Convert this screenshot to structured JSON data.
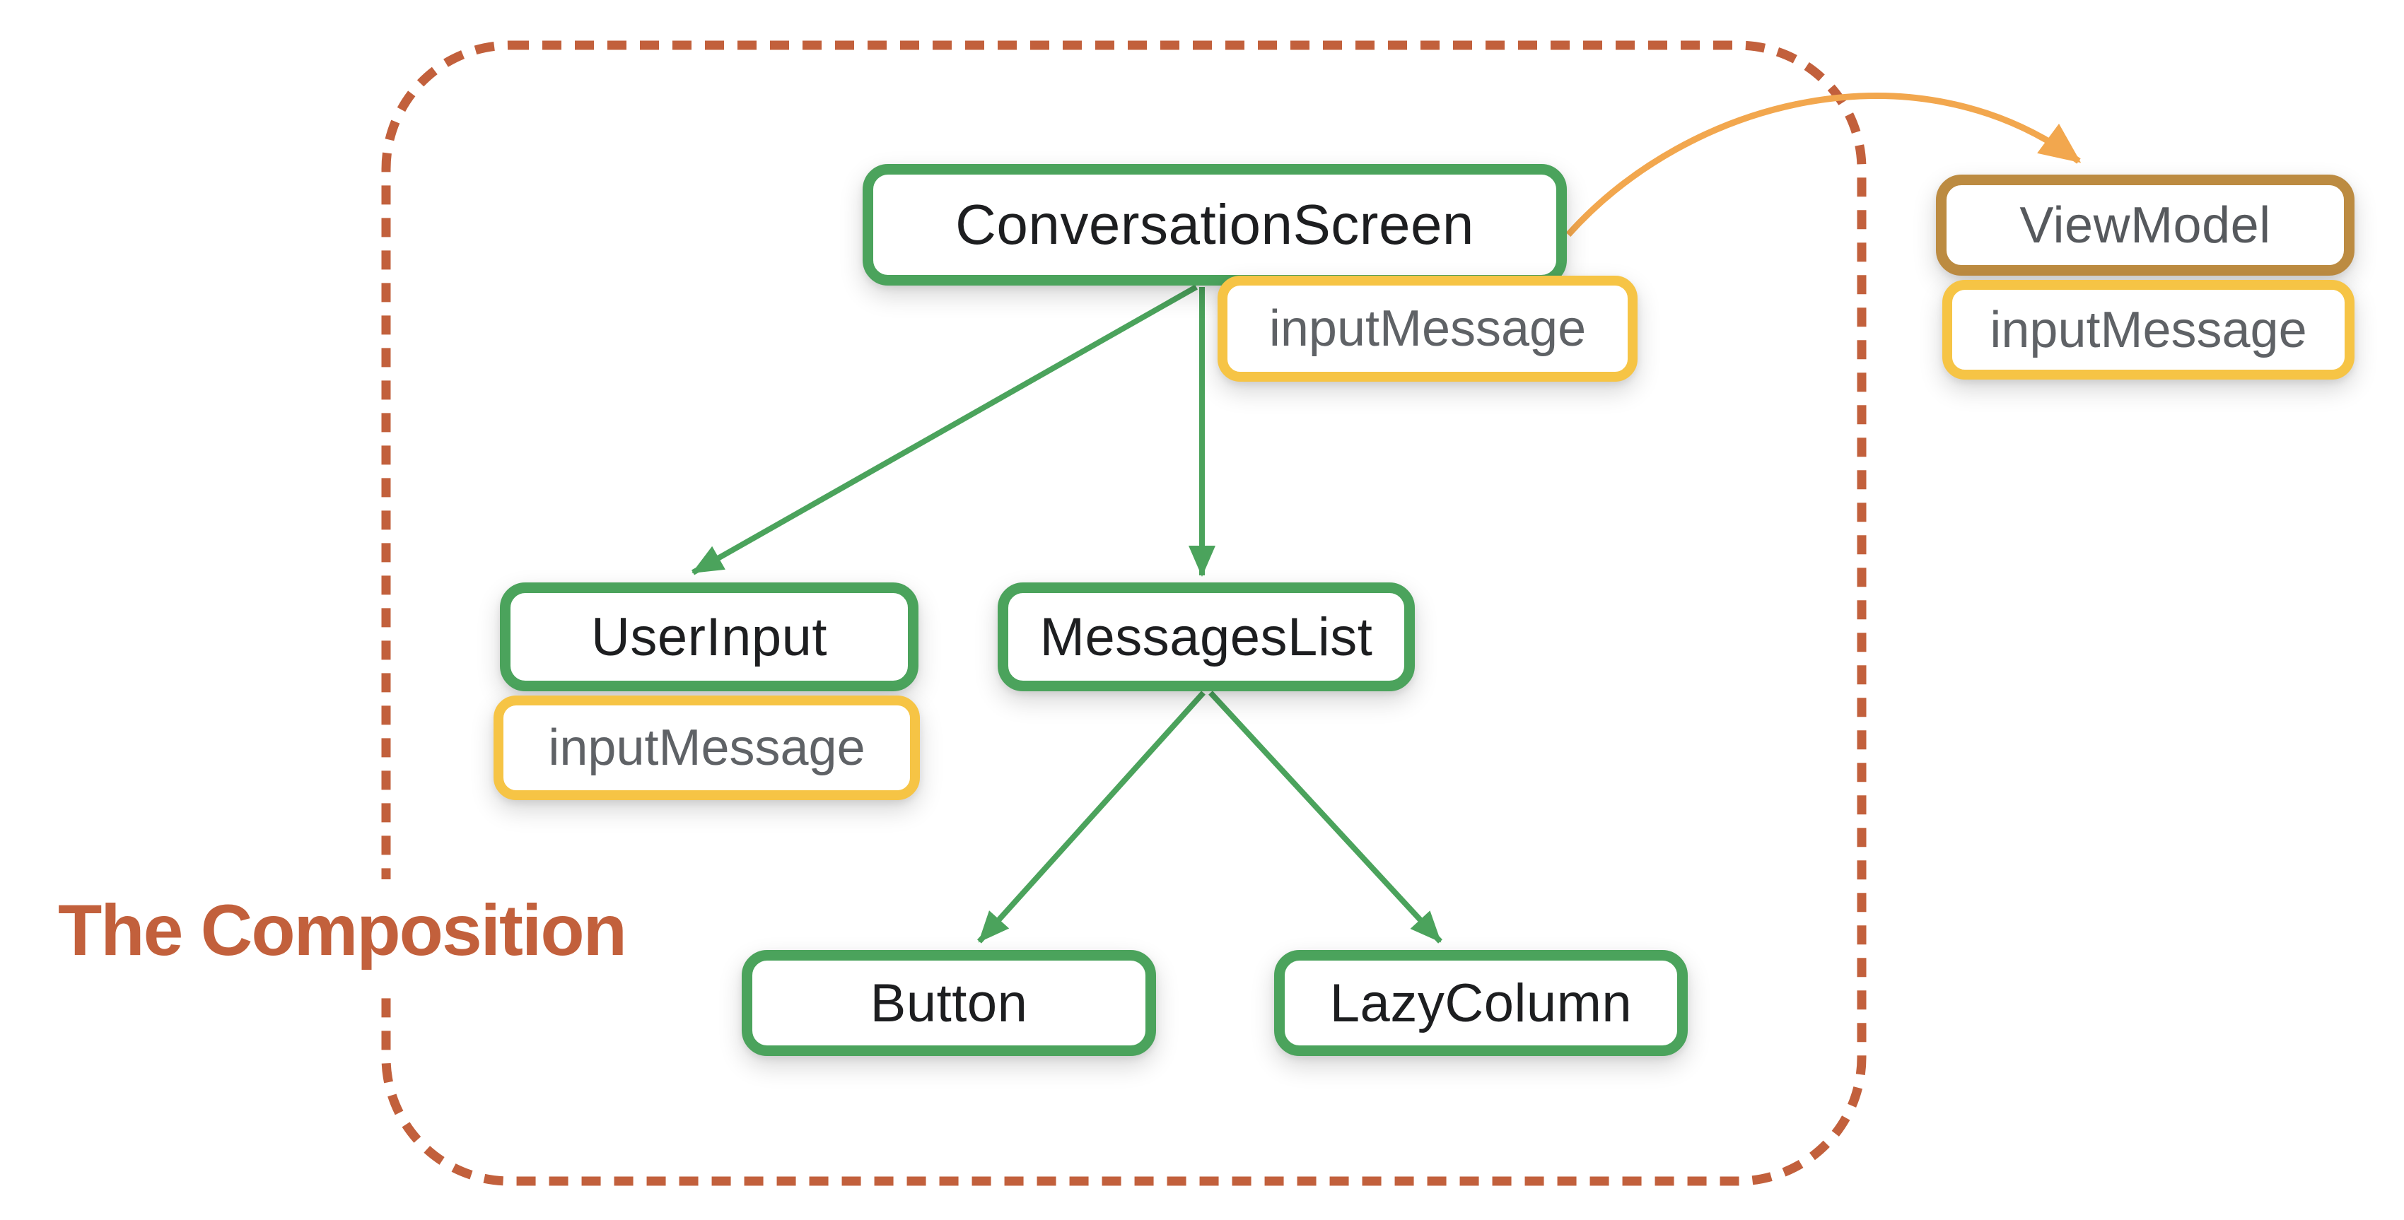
{
  "boundary": {
    "label": "The Composition",
    "color": "#c2603c"
  },
  "nodes": {
    "conversation_screen": {
      "label": "ConversationScreen",
      "kind": "composable"
    },
    "user_input": {
      "label": "UserInput",
      "kind": "composable"
    },
    "messages_list": {
      "label": "MessagesList",
      "kind": "composable"
    },
    "button": {
      "label": "Button",
      "kind": "composable"
    },
    "lazy_column": {
      "label": "LazyColumn",
      "kind": "composable"
    },
    "view_model": {
      "label": "ViewModel",
      "kind": "viewmodel"
    }
  },
  "state_badges": {
    "conversation_screen_state": {
      "label": "inputMessage",
      "owner": "conversation_screen"
    },
    "user_input_state": {
      "label": "inputMessage",
      "owner": "user_input"
    },
    "view_model_state": {
      "label": "inputMessage",
      "owner": "view_model"
    }
  },
  "edges": [
    {
      "from": "conversation_screen",
      "to": "user_input",
      "style": "composition"
    },
    {
      "from": "conversation_screen",
      "to": "messages_list",
      "style": "composition"
    },
    {
      "from": "messages_list",
      "to": "button",
      "style": "composition"
    },
    {
      "from": "messages_list",
      "to": "lazy_column",
      "style": "composition"
    },
    {
      "from": "conversation_screen",
      "to": "view_model",
      "style": "reference"
    }
  ],
  "colors": {
    "composable_green": "#4ba35c",
    "state_yellow": "#f6c445",
    "viewmodel_brown": "#bc8b41",
    "reference_arrow_orange": "#f2a74e",
    "boundary_terracotta": "#c2603c",
    "state_text_gray": "#5f6266",
    "node_text_black": "#1d1e20"
  }
}
